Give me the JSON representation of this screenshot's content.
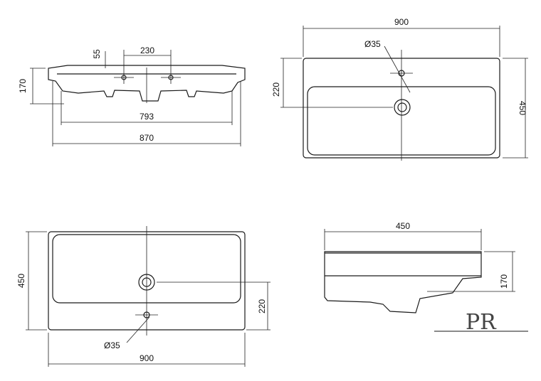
{
  "views": {
    "front": {
      "hole_spacing": "230",
      "hole_offset": "55",
      "height": "170",
      "inner_width": "793",
      "overall_width": "870"
    },
    "top_right": {
      "width": "900",
      "depth": "450",
      "drain_offset": "220",
      "hole_diameter": "Ø35"
    },
    "top_left": {
      "width": "900",
      "depth": "450",
      "drain_offset": "220",
      "hole_diameter": "Ø35"
    },
    "side": {
      "depth": "450",
      "height": "170"
    }
  },
  "logo": {
    "text": "PR",
    "color": "#444444"
  }
}
